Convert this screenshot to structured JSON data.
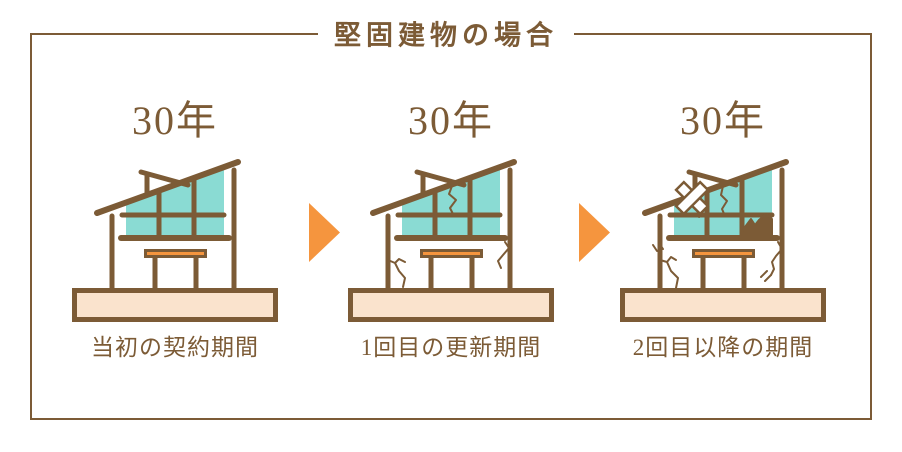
{
  "title": "堅固建物の場合",
  "stages": [
    {
      "years": "30年",
      "label": "当初の契約期間",
      "house_icon": "house-intact-icon"
    },
    {
      "years": "30年",
      "label": "1回目の更新期間",
      "house_icon": "house-cracked-icon"
    },
    {
      "years": "30年",
      "label": "2回目以降の期間",
      "house_icon": "house-damaged-icon"
    }
  ],
  "arrow_icon": "arrow-right-icon",
  "colors": {
    "line_brown": "#7C5B36",
    "window_teal": "#8ADBD3",
    "accent_orange": "#F5953E",
    "base_peach": "#FAE3CD",
    "background": "#FFFFFF"
  }
}
